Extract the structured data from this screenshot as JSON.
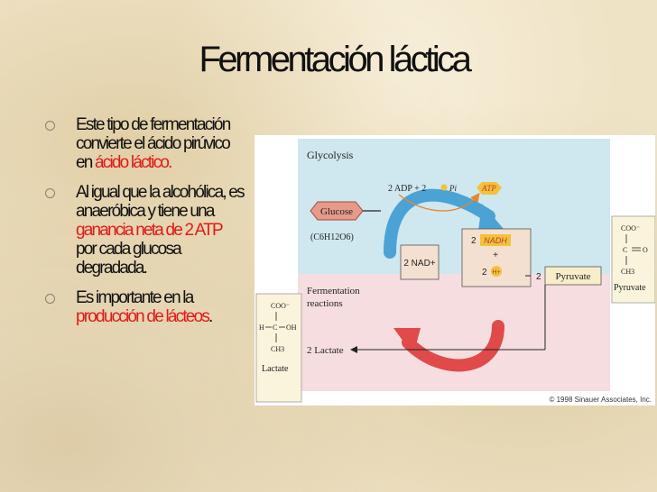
{
  "slide": {
    "title": "Fermentación láctica"
  },
  "bullets": [
    {
      "text_before": "Este tipo de fermentación convierte el ácido pirúvico en ",
      "highlight": "ácido láctico",
      "text_after": "."
    },
    {
      "text_before": "Al igual que la alcohólica, es anaeróbica y tiene una ",
      "highlight": "ganancia neta de 2 ATP",
      "text_after": " por cada glucosa degradada."
    },
    {
      "text_before": "Es importante en la ",
      "highlight": "producción de lácteos",
      "text_after": "."
    }
  ],
  "figure": {
    "glycolysis_label": "Glycolysis",
    "fermentation_label_line1": "Fermentation",
    "fermentation_label_line2": "reactions",
    "glucose": "Glucose",
    "glucose_formula": "(C6H12O6)",
    "adp": "2 ADP + 2",
    "pi": "Pi",
    "atp": "ATP",
    "nad_plus": "2 NAD+",
    "nadh_coef": "2",
    "nadh": "NADH",
    "plus": "+",
    "h_coef": "2",
    "h_plus": "H+",
    "pyruvate_coef": "2",
    "pyruvate": "Pyruvate",
    "pyruvate_struct": {
      "top": "COO⁻",
      "c": "C",
      "o": "O",
      "ch3": "CH3",
      "name": "Pyruvate"
    },
    "lactate_label": "2 Lactate",
    "lactate_struct": {
      "top": "COO⁻",
      "h": "H",
      "c": "C",
      "oh": "OH",
      "ch3": "CH3",
      "name": "Lactate"
    },
    "copyright": "© 1998 Sinauer Associates, Inc."
  },
  "colors": {
    "highlight": "#e21a1a",
    "glycolysis_bg": "#cfe7ef",
    "fermentation_bg": "#f5dde0",
    "cycle_blue": "#4aa3d4",
    "cycle_red": "#e04a4a",
    "glucose_fill": "#e59a8a",
    "nad_box": "#f4c9b0",
    "atp_fill": "#f2c23a"
  }
}
